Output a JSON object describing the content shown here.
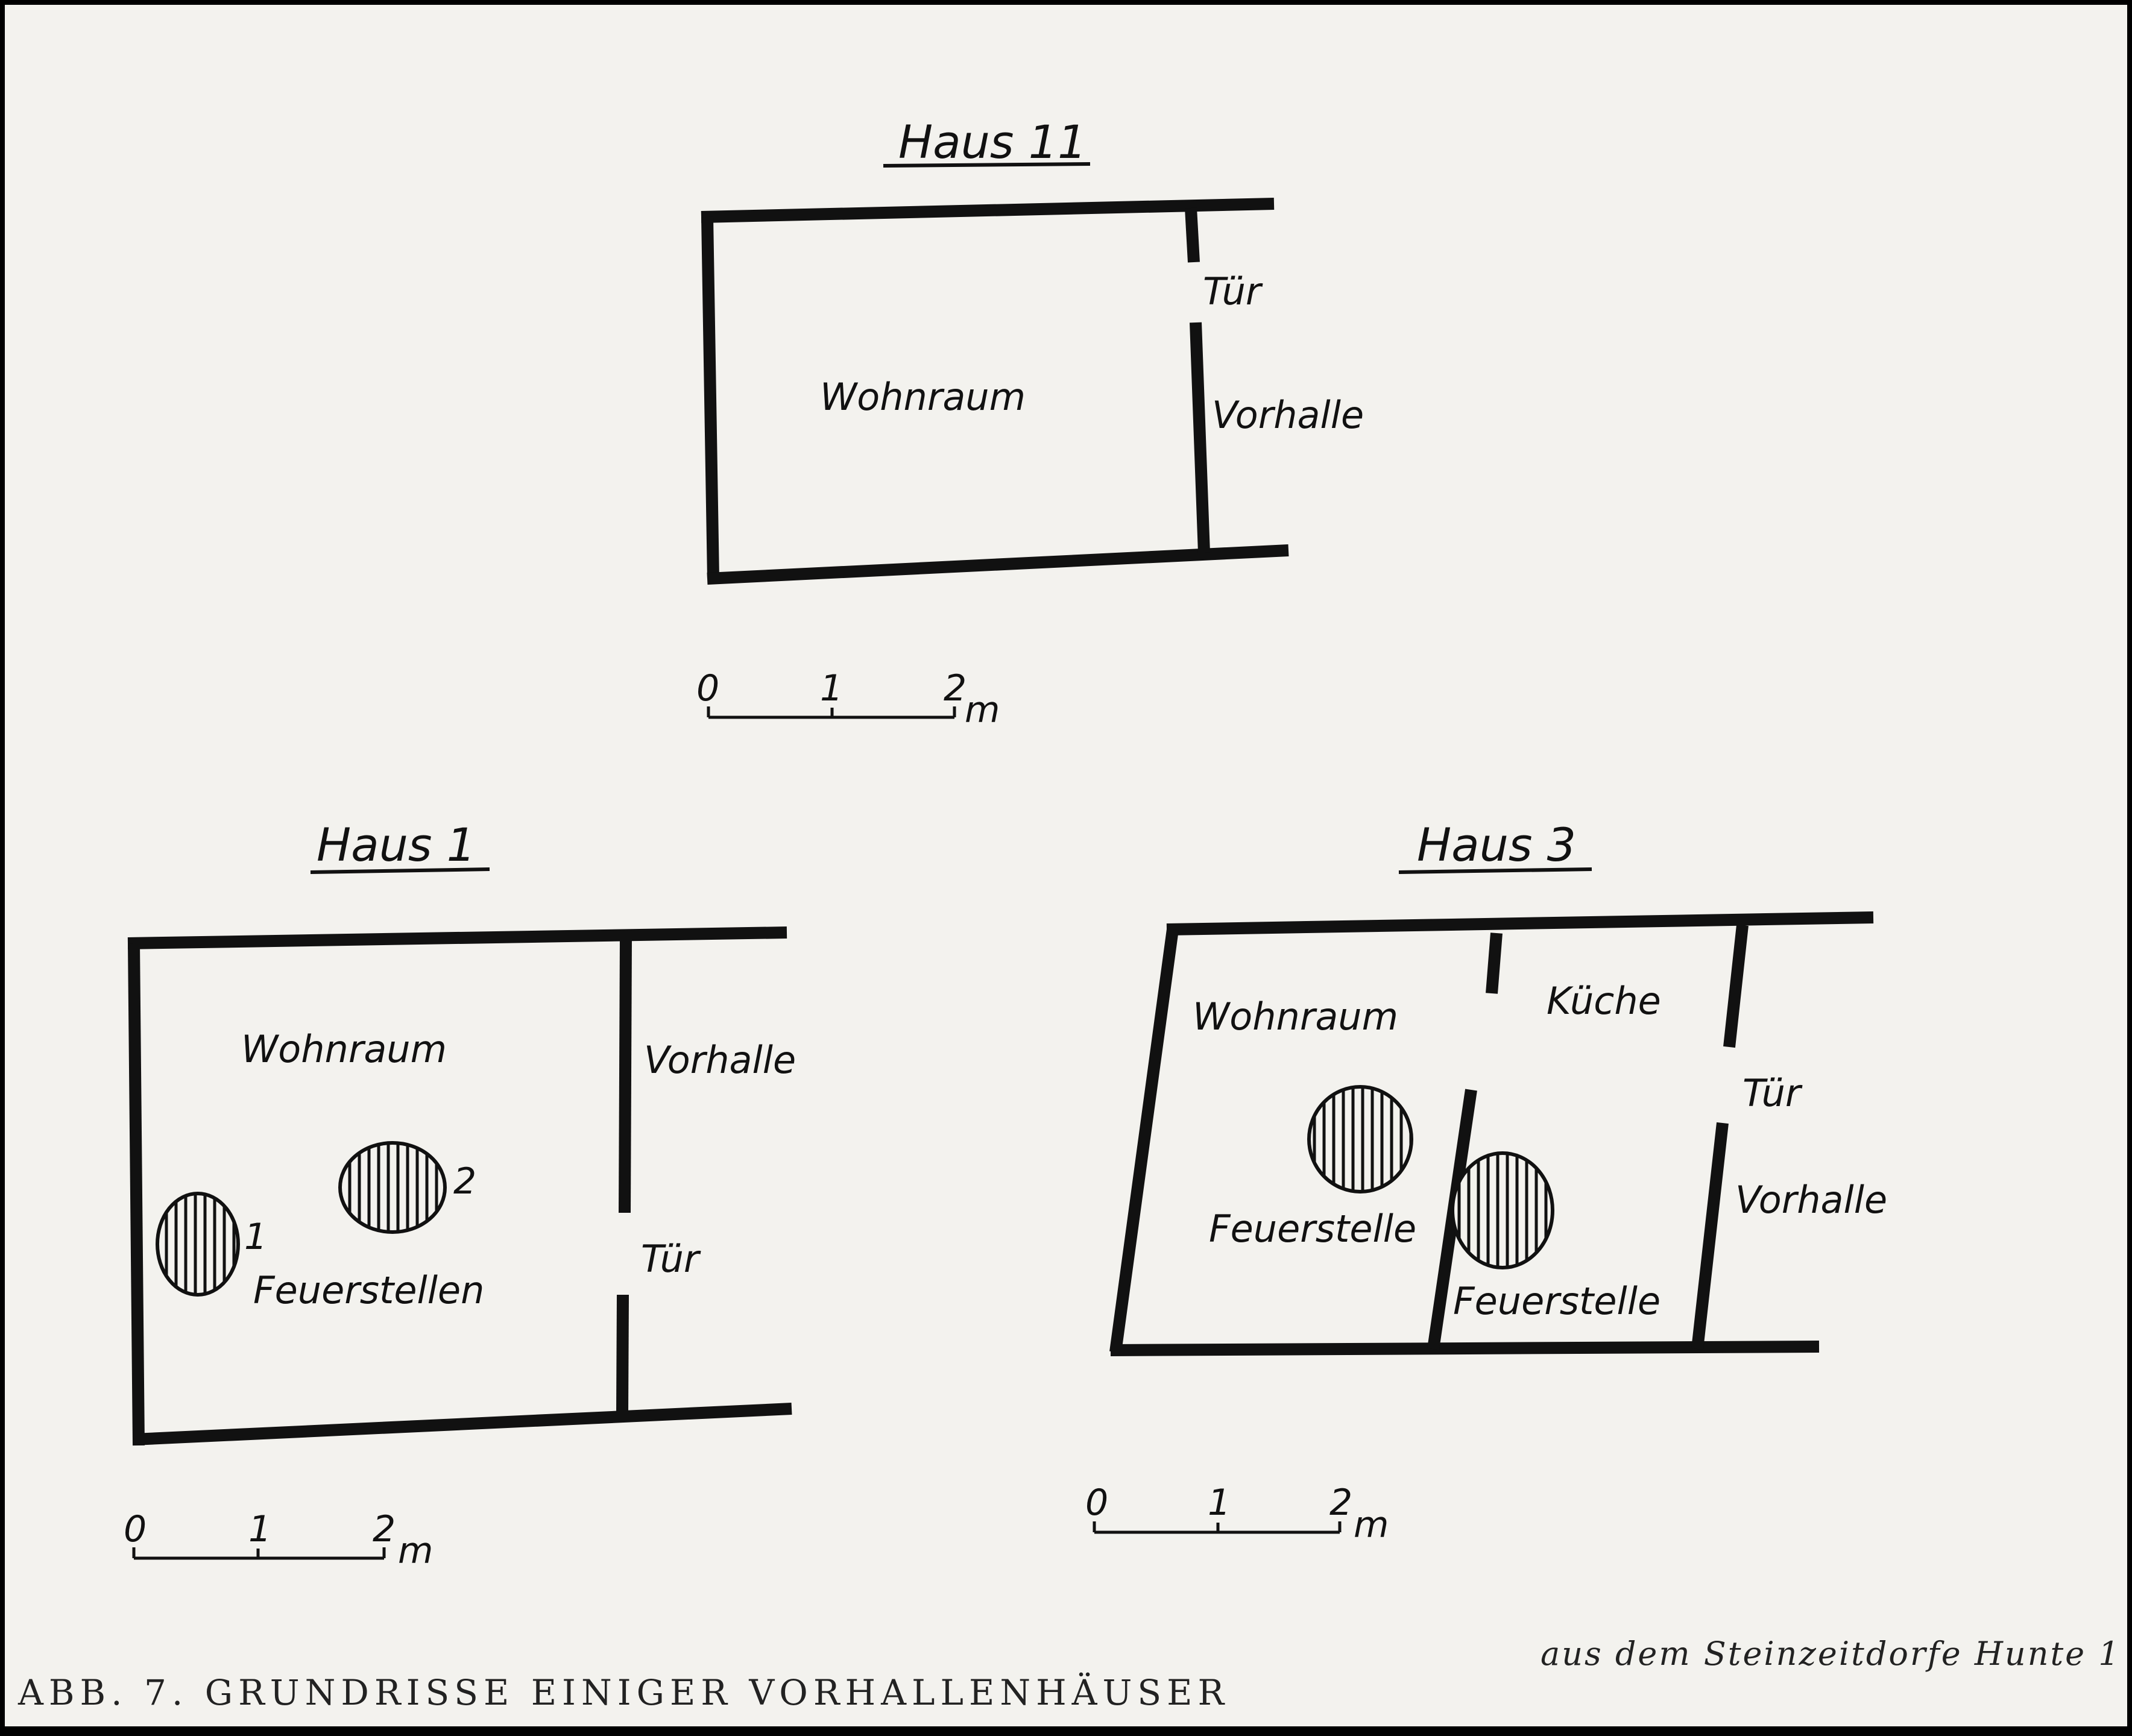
{
  "plans": {
    "haus11": {
      "title": "Haus 11",
      "wohnraum": "Wohnraum",
      "tuer": "Tür",
      "vorhalle": "Vorhalle"
    },
    "haus1": {
      "title": "Haus 1",
      "wohnraum": "Wohnraum",
      "vorhalle": "Vorhalle",
      "tuer": "Tür",
      "feuerstellen": "Feuerstellen",
      "hearth_1": "1",
      "hearth_2": "2"
    },
    "haus3": {
      "title": "Haus 3",
      "wohnraum": "Wohnraum",
      "kueche": "Küche",
      "tuer": "Tür",
      "vorhalle": "Vorhalle",
      "feuerstelle_wohnraum": "Feuerstelle",
      "feuerstelle_kueche": "Feuerstelle"
    }
  },
  "scale_bars": [
    {
      "ticks": [
        "0",
        "1",
        "2"
      ],
      "unit": "m"
    },
    {
      "ticks": [
        "0",
        "1",
        "2"
      ],
      "unit": "m"
    },
    {
      "ticks": [
        "0",
        "1",
        "2"
      ],
      "unit": "m"
    }
  ],
  "caption": {
    "left": "ABB. 7.  GRUNDRISSE EINIGER VORHALLENHÄUSER",
    "right": "aus dem Steinzeitdorfe Hunte 1"
  },
  "colors": {
    "paper": "#f3f2ee",
    "ink": "#111111",
    "frame": "#000000"
  }
}
